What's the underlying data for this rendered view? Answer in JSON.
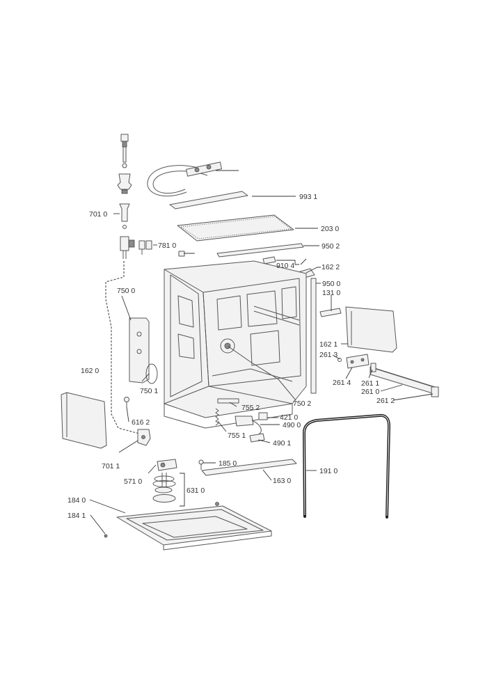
{
  "diagram": {
    "labels": [
      {
        "id": "l-993-1",
        "text": "993 1"
      },
      {
        "id": "l-701-0",
        "text": "701 0"
      },
      {
        "id": "l-203-0",
        "text": "203 0"
      },
      {
        "id": "l-781-0",
        "text": "781 0"
      },
      {
        "id": "l-950-2",
        "text": "950 2"
      },
      {
        "id": "l-910-4",
        "text": "910 4"
      },
      {
        "id": "l-162-2",
        "text": "162 2"
      },
      {
        "id": "l-750-0",
        "text": "750 0"
      },
      {
        "id": "l-950-0",
        "text": "950 0"
      },
      {
        "id": "l-131-0",
        "text": "131 0"
      },
      {
        "id": "l-162-1",
        "text": "162 1"
      },
      {
        "id": "l-261-3",
        "text": "261 3"
      },
      {
        "id": "l-162-0",
        "text": "162 0"
      },
      {
        "id": "l-261-4",
        "text": "261 4"
      },
      {
        "id": "l-261-1",
        "text": "261 1"
      },
      {
        "id": "l-261-0",
        "text": "261 0"
      },
      {
        "id": "l-750-2",
        "text": "750 2"
      },
      {
        "id": "l-750-1",
        "text": "750 1"
      },
      {
        "id": "l-261-2",
        "text": "261 2"
      },
      {
        "id": "l-755-2",
        "text": "755 2"
      },
      {
        "id": "l-616-2",
        "text": "616 2"
      },
      {
        "id": "l-421-0",
        "text": "421 0"
      },
      {
        "id": "l-490-0",
        "text": "490 0"
      },
      {
        "id": "l-755-1",
        "text": "755 1"
      },
      {
        "id": "l-490-1",
        "text": "490 1"
      },
      {
        "id": "l-701-1",
        "text": "701 1"
      },
      {
        "id": "l-185-0",
        "text": "185 0"
      },
      {
        "id": "l-191-0",
        "text": "191 0"
      },
      {
        "id": "l-571-0",
        "text": "571 0"
      },
      {
        "id": "l-163-0",
        "text": "163 0"
      },
      {
        "id": "l-631-0",
        "text": "631 0"
      },
      {
        "id": "l-184-0",
        "text": "184 0"
      },
      {
        "id": "l-184-1",
        "text": "184 1"
      }
    ]
  }
}
